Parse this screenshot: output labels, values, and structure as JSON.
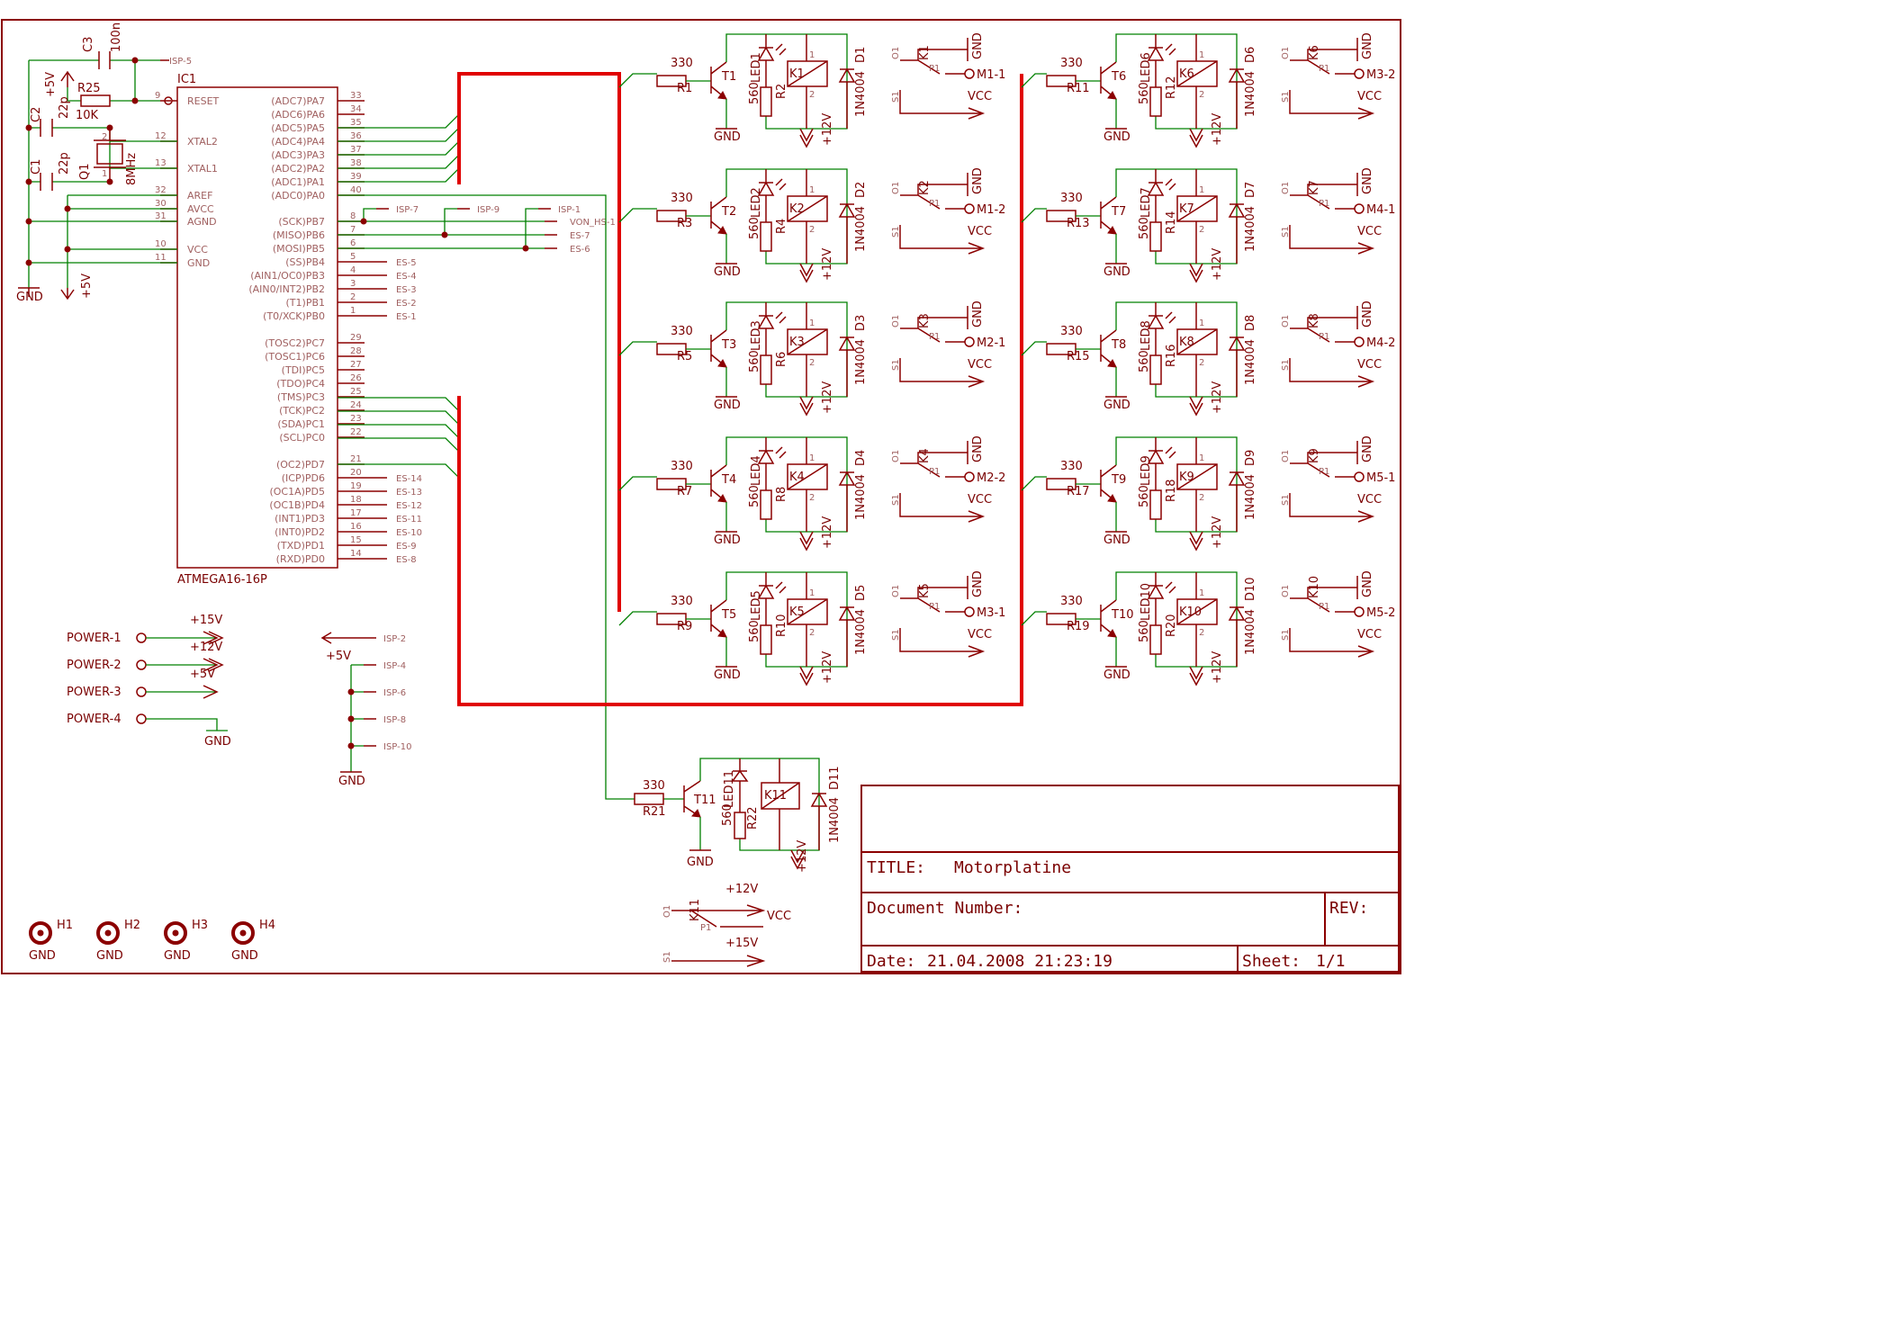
{
  "mcu": {
    "ref": "IC1",
    "part": "ATMEGA16-16P",
    "left_pins": [
      {
        "name": "RESET",
        "num": "9"
      },
      {
        "name": "XTAL2",
        "num": "12"
      },
      {
        "name": "XTAL1",
        "num": "13"
      },
      {
        "name": "AREF",
        "num": "32"
      },
      {
        "name": "AVCC",
        "num": "30"
      },
      {
        "name": "AGND",
        "num": "31"
      },
      {
        "name": "VCC",
        "num": "10"
      },
      {
        "name": "GND",
        "num": "11"
      }
    ],
    "right_pins": [
      {
        "name": "(ADC7)PA7",
        "num": "33"
      },
      {
        "name": "(ADC6)PA6",
        "num": "34"
      },
      {
        "name": "(ADC5)PA5",
        "num": "35"
      },
      {
        "name": "(ADC4)PA4",
        "num": "36"
      },
      {
        "name": "(ADC3)PA3",
        "num": "37"
      },
      {
        "name": "(ADC2)PA2",
        "num": "38"
      },
      {
        "name": "(ADC1)PA1",
        "num": "39"
      },
      {
        "name": "(ADC0)PA0",
        "num": "40"
      },
      {
        "name": "(SCK)PB7",
        "num": "8"
      },
      {
        "name": "(MISO)PB6",
        "num": "7"
      },
      {
        "name": "(MOSI)PB5",
        "num": "6"
      },
      {
        "name": "(SS)PB4",
        "num": "5"
      },
      {
        "name": "(AIN1/OC0)PB3",
        "num": "4"
      },
      {
        "name": "(AIN0/INT2)PB2",
        "num": "3"
      },
      {
        "name": "(T1)PB1",
        "num": "2"
      },
      {
        "name": "(T0/XCK)PB0",
        "num": "1"
      },
      {
        "name": "(TOSC2)PC7",
        "num": "29"
      },
      {
        "name": "(TOSC1)PC6",
        "num": "28"
      },
      {
        "name": "(TDI)PC5",
        "num": "27"
      },
      {
        "name": "(TDO)PC4",
        "num": "26"
      },
      {
        "name": "(TMS)PC3",
        "num": "25"
      },
      {
        "name": "(TCK)PC2",
        "num": "24"
      },
      {
        "name": "(SDA)PC1",
        "num": "23"
      },
      {
        "name": "(SCL)PC0",
        "num": "22"
      },
      {
        "name": "(OC2)PD7",
        "num": "21"
      },
      {
        "name": "(ICP)PD6",
        "num": "20"
      },
      {
        "name": "(OC1A)PD5",
        "num": "19"
      },
      {
        "name": "(OC1B)PD4",
        "num": "18"
      },
      {
        "name": "(INT1)PD3",
        "num": "17"
      },
      {
        "name": "(INT0)PD2",
        "num": "16"
      },
      {
        "name": "(TXD)PD1",
        "num": "15"
      },
      {
        "name": "(RXD)PD0",
        "num": "14"
      }
    ],
    "labels_pb": [
      "ES-5",
      "ES-4",
      "ES-3",
      "ES-2",
      "ES-1"
    ],
    "labels_pd": [
      "ES-14",
      "ES-13",
      "ES-12",
      "ES-11",
      "ES-10",
      "ES-9",
      "ES-8"
    ],
    "isp_top": [
      "ISP-7",
      "ISP-9",
      "ISP-1"
    ],
    "isp_right": [
      "VON_HS-1",
      "ES-7",
      "ES-6"
    ]
  },
  "osc": {
    "c3": "C3",
    "c3_val": "100n",
    "isp5": "ISP-5",
    "plus5v": "+5V",
    "r25": "R25",
    "r25_val": "10K",
    "c2": "C2",
    "c2_val": "22p",
    "c1": "C1",
    "c1_val": "22p",
    "q1": "Q1",
    "q1_val": "8MHz",
    "q1_pin1": "1",
    "q1_pin2": "2",
    "gnd": "GND",
    "plus5v_b": "+5V"
  },
  "common": {
    "r_base_val": "330",
    "r_led_val": "560",
    "diode": "1N4004",
    "gnd": "GND",
    "plus12": "+12V",
    "vcc": "VCC",
    "p1": "P1",
    "o1": "O1",
    "s1": "S1",
    "pin1": "1",
    "pin2": "2"
  },
  "channels": [
    {
      "rb": "R1",
      "t": "T1",
      "led": "LED1",
      "rl": "R2",
      "k": "K1",
      "d": "D1",
      "out": "M1-1"
    },
    {
      "rb": "R3",
      "t": "T2",
      "led": "LED2",
      "rl": "R4",
      "k": "K2",
      "d": "D2",
      "out": "M1-2"
    },
    {
      "rb": "R5",
      "t": "T3",
      "led": "LED3",
      "rl": "R6",
      "k": "K3",
      "d": "D3",
      "out": "M2-1"
    },
    {
      "rb": "R7",
      "t": "T4",
      "led": "LED4",
      "rl": "R8",
      "k": "K4",
      "d": "D4",
      "out": "M2-2"
    },
    {
      "rb": "R9",
      "t": "T5",
      "led": "LED5",
      "rl": "R10",
      "k": "K5",
      "d": "D5",
      "out": "M3-1"
    },
    {
      "rb": "R11",
      "t": "T6",
      "led": "LED6",
      "rl": "R12",
      "k": "K6",
      "d": "D6",
      "out": "M3-2"
    },
    {
      "rb": "R13",
      "t": "T7",
      "led": "LED7",
      "rl": "R14",
      "k": "K7",
      "d": "D7",
      "out": "M4-1"
    },
    {
      "rb": "R15",
      "t": "T8",
      "led": "LED8",
      "rl": "R16",
      "k": "K8",
      "d": "D8",
      "out": "M4-2"
    },
    {
      "rb": "R17",
      "t": "T9",
      "led": "LED9",
      "rl": "R18",
      "k": "K9",
      "d": "D9",
      "out": "M5-1"
    },
    {
      "rb": "R19",
      "t": "T10",
      "led": "LED10",
      "rl": "R20",
      "k": "K10",
      "d": "D10",
      "out": "M5-2"
    }
  ],
  "channel11": {
    "rb": "R21",
    "t": "T11",
    "led": "LED11",
    "rl": "R22",
    "k": "K11",
    "d": "D11"
  },
  "relay11_contacts": {
    "k": "K11",
    "plus12": "+12V",
    "vcc": "VCC",
    "plus15": "+15V"
  },
  "power": {
    "labels": [
      "POWER-1",
      "POWER-2",
      "POWER-3",
      "POWER-4"
    ],
    "rails": [
      "+15V",
      "+12V",
      "+5V"
    ],
    "gnd": "GND"
  },
  "isp_header": {
    "labels": [
      "ISP-2",
      "ISP-4",
      "ISP-6",
      "ISP-8",
      "ISP-10"
    ],
    "plus5v": "+5V",
    "gnd": "GND"
  },
  "holes": [
    {
      "h": "H1",
      "gnd": "GND"
    },
    {
      "h": "H2",
      "gnd": "GND"
    },
    {
      "h": "H3",
      "gnd": "GND"
    },
    {
      "h": "H4",
      "gnd": "GND"
    }
  ],
  "title_block": {
    "title_label": "TITLE:",
    "title": "Motorplatine",
    "docnum_label": "Document Number:",
    "rev_label": "REV:",
    "date_label": "Date:",
    "date": "21.04.2008 21:23:19",
    "sheet_label": "Sheet:",
    "sheet": "1/1"
  }
}
